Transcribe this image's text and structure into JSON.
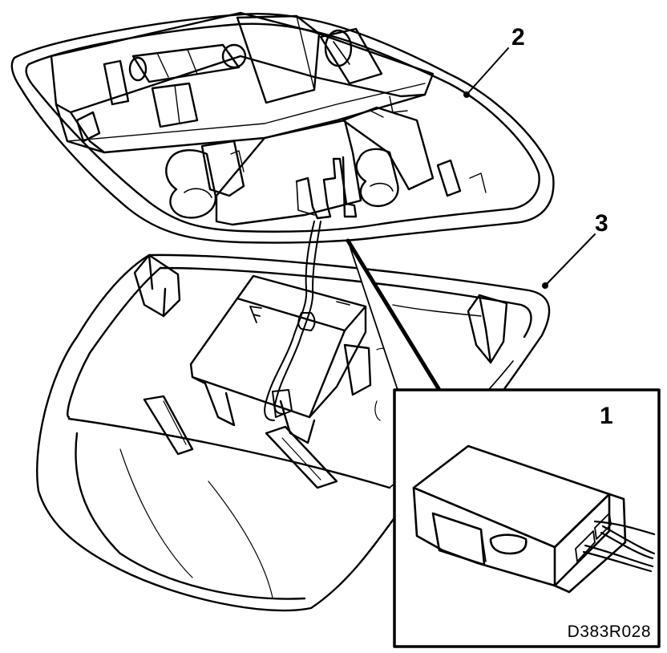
{
  "callouts": {
    "one": "1",
    "two": "2",
    "three": "3"
  },
  "drawing_code": "D383R028",
  "colors": {
    "ink": "#000000",
    "paper": "#ffffff"
  }
}
